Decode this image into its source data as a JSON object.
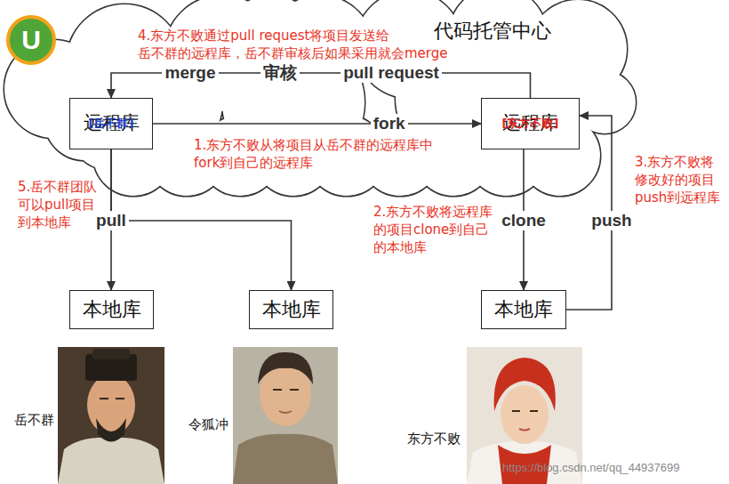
{
  "diagram": {
    "nodes": [
      {
        "text": [
          "代码托管中心"
        ]
      },
      {
        "text": [
          "远程库",
          "[岳不群]"
        ],
        "in": 0
      },
      {
        "text": [
          "远程库",
          "[东方不败]"
        ],
        "in": 0
      },
      {
        "text": [
          "本地库"
        ]
      },
      {
        "text": [
          "本地库"
        ]
      },
      {
        "text": [
          "本地库"
        ]
      }
    ],
    "edges": [
      {
        "from": 1,
        "to": 2,
        "label": "fork",
        "arrow": "to"
      },
      {
        "from": 2,
        "to": 1,
        "label": "pull request",
        "arrow": "to"
      },
      {
        "from": 2,
        "to": 5,
        "label": "clone",
        "arrow": "to"
      },
      {
        "from": 5,
        "to": 2,
        "label": "push",
        "arrow": "to"
      },
      {
        "from": 1,
        "to": 3,
        "label": "pull",
        "arrow": "to"
      },
      {
        "from": 1,
        "to": 4,
        "arrow": "to"
      }
    ],
    "labels": [
      "U",
      "审核",
      "merge",
      "1.东方不败从将项目从岳不群的远程库中 fork到自己的远程库",
      "2.东方不败将远程库 的项目clone到自己 的本地库",
      "3.东方不败将 修改好的项目 push到远程库",
      "4.东方不败通过pull request将项目发送给 岳不群的远程库，岳不群审核后如果采用就会merge",
      "5.岳不群团队 可以pull项目 到本地库",
      "岳不群",
      "令狐冲",
      "东方不败",
      "https://blog.csdn.net/qq_44937699"
    ]
  }
}
